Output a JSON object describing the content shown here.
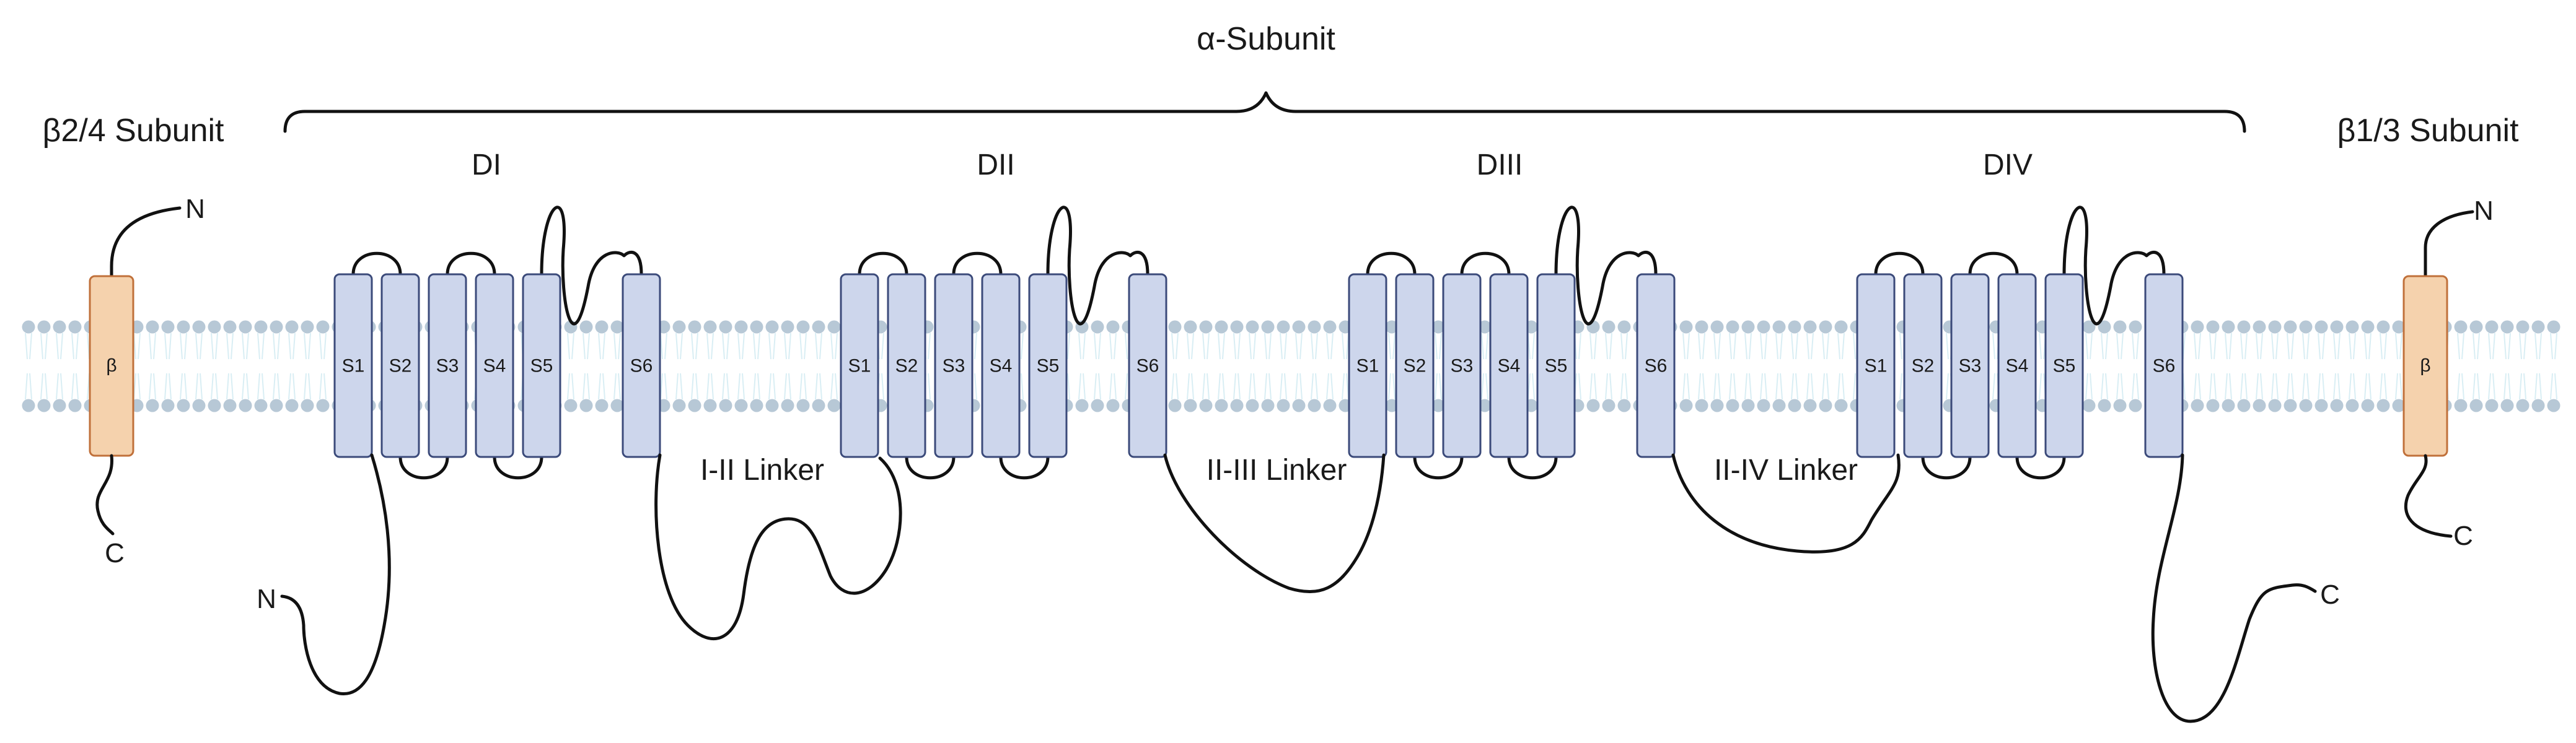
{
  "title": "α-Subunit",
  "beta_left": {
    "label": "β2/4 Subunit",
    "symbol": "β",
    "n_term": "N",
    "c_term": "C"
  },
  "beta_right": {
    "label": "β1/3 Subunit",
    "symbol": "β",
    "n_term": "N",
    "c_term": "C"
  },
  "domains": [
    {
      "name": "DI",
      "segments": [
        "S1",
        "S2",
        "S3",
        "S4",
        "S5",
        "S6"
      ]
    },
    {
      "name": "DII",
      "segments": [
        "S1",
        "S2",
        "S3",
        "S4",
        "S5",
        "S6"
      ]
    },
    {
      "name": "DIII",
      "segments": [
        "S1",
        "S2",
        "S3",
        "S4",
        "S5",
        "S6"
      ]
    },
    {
      "name": "DIV",
      "segments": [
        "S1",
        "S2",
        "S3",
        "S4",
        "S5",
        "S6"
      ]
    }
  ],
  "linkers": [
    "I-II Linker",
    "II-III Linker",
    "II-IV Linker"
  ],
  "alpha_termini": {
    "n": "N",
    "c": "C"
  },
  "colors": {
    "segment_fill": "#cdd6ec",
    "segment_stroke": "#3b4a7a",
    "beta_fill": "#f5d2ad",
    "beta_stroke": "#c0703a",
    "lipid_head": "#b7c8d6",
    "lipid_tail": "#d9eef4"
  }
}
